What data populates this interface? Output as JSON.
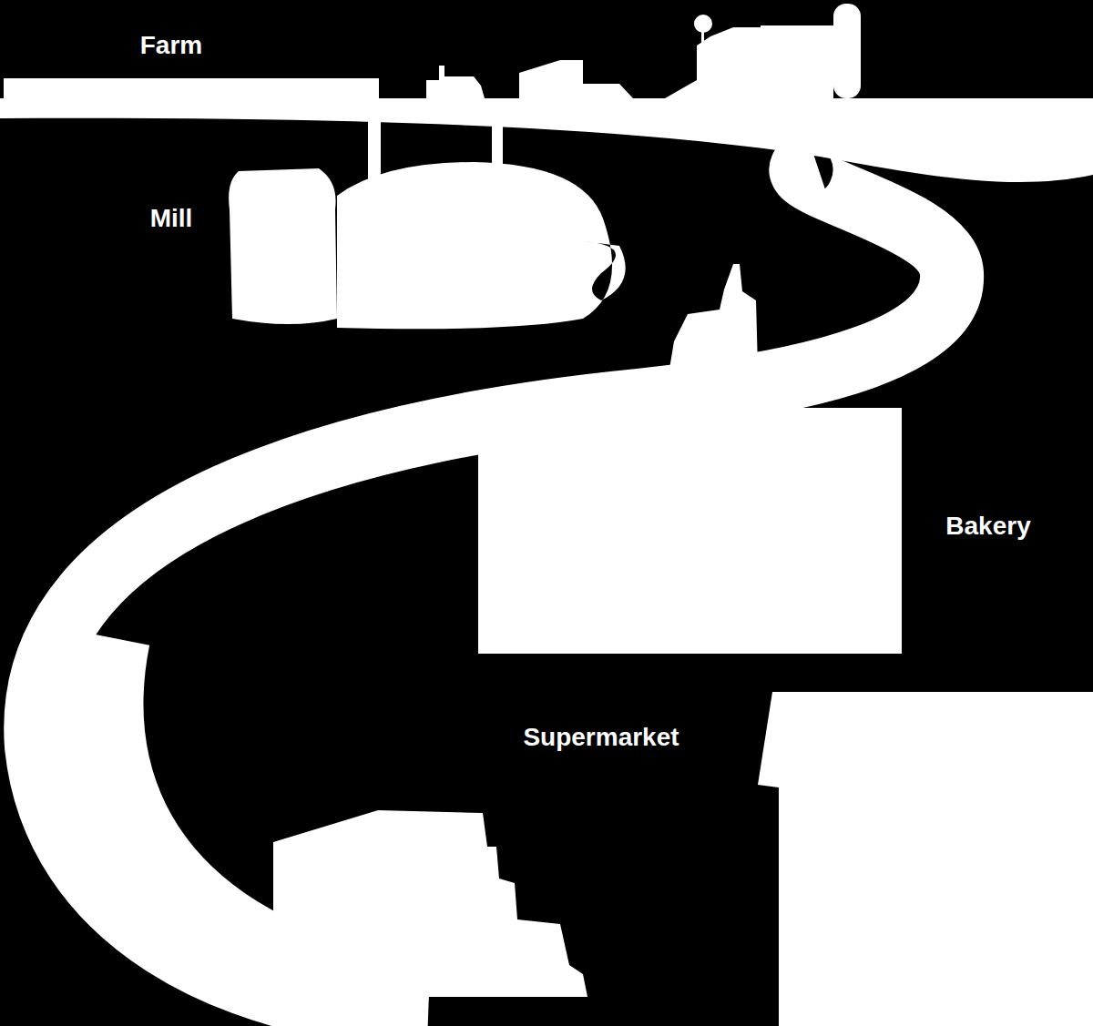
{
  "diagram": {
    "labels": [
      "Farm",
      "Mill",
      "Bakery",
      "Supermarket"
    ]
  }
}
